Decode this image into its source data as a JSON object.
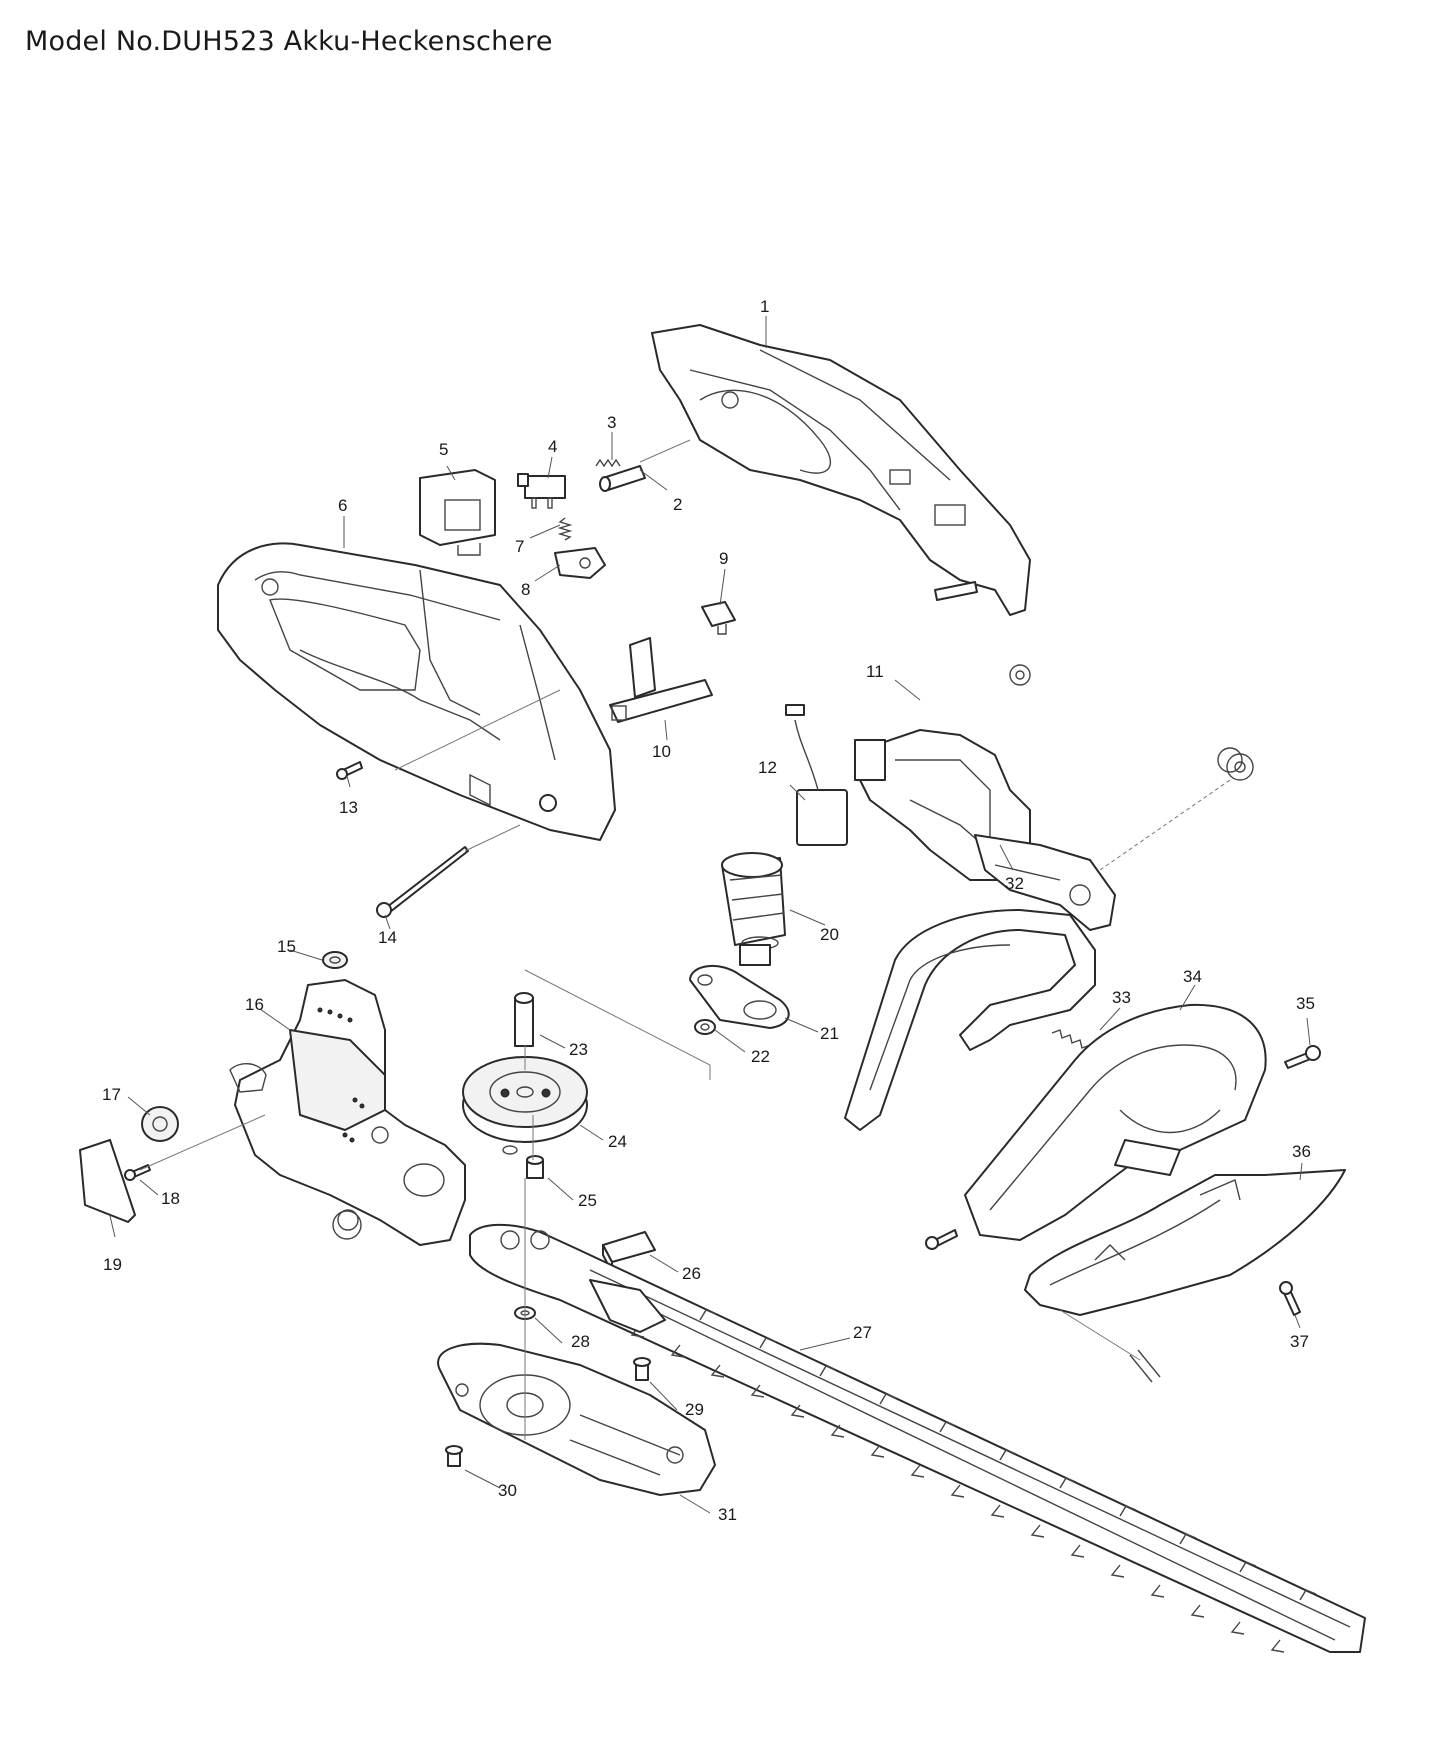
{
  "header": {
    "title": "Model No.DUH523 Akku-Heckenschere"
  },
  "callouts": [
    {
      "id": "1",
      "label": "1"
    },
    {
      "id": "2",
      "label": "2"
    },
    {
      "id": "3",
      "label": "3"
    },
    {
      "id": "4",
      "label": "4"
    },
    {
      "id": "5",
      "label": "5"
    },
    {
      "id": "6",
      "label": "6"
    },
    {
      "id": "7",
      "label": "7"
    },
    {
      "id": "8",
      "label": "8"
    },
    {
      "id": "9",
      "label": "9"
    },
    {
      "id": "10",
      "label": "10"
    },
    {
      "id": "11",
      "label": "11"
    },
    {
      "id": "12",
      "label": "12"
    },
    {
      "id": "13",
      "label": "13"
    },
    {
      "id": "14",
      "label": "14"
    },
    {
      "id": "15",
      "label": "15"
    },
    {
      "id": "16",
      "label": "16"
    },
    {
      "id": "17",
      "label": "17"
    },
    {
      "id": "18",
      "label": "18"
    },
    {
      "id": "19",
      "label": "19"
    },
    {
      "id": "20",
      "label": "20"
    },
    {
      "id": "21",
      "label": "21"
    },
    {
      "id": "22",
      "label": "22"
    },
    {
      "id": "23",
      "label": "23"
    },
    {
      "id": "24",
      "label": "24"
    },
    {
      "id": "25",
      "label": "25"
    },
    {
      "id": "26",
      "label": "26"
    },
    {
      "id": "27",
      "label": "27"
    },
    {
      "id": "28",
      "label": "28"
    },
    {
      "id": "29",
      "label": "29"
    },
    {
      "id": "30",
      "label": "30"
    },
    {
      "id": "31",
      "label": "31"
    },
    {
      "id": "32",
      "label": "32"
    },
    {
      "id": "33",
      "label": "33"
    },
    {
      "id": "34",
      "label": "34"
    },
    {
      "id": "35",
      "label": "35"
    },
    {
      "id": "36",
      "label": "36"
    },
    {
      "id": "37",
      "label": "37"
    }
  ]
}
